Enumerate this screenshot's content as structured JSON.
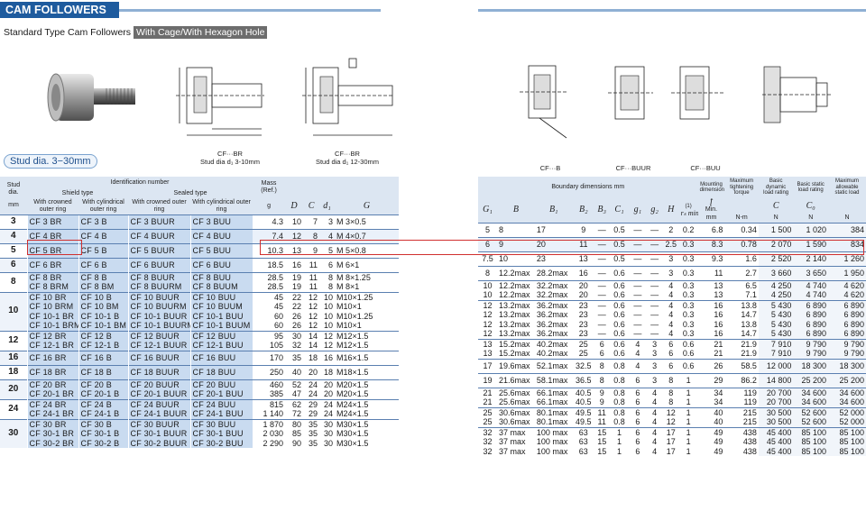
{
  "header": {
    "title": "CAM FOLLOWERS"
  },
  "subtitle": {
    "text": "Standard Type Cam Followers",
    "tag": "With Cage/With Hexagon Hole"
  },
  "stud_tag": "Stud dia. 3−30mm",
  "captions": {
    "left1": "CF···BR",
    "left1b": "Stud dia d₁ 3-10mm",
    "left2": "CF···BR",
    "left2b": "Stud dia d₁ 12-30mm",
    "right1": "CF···B",
    "right2": "CF···BUUR",
    "right3": "CF···BUU"
  },
  "left_head": {
    "stud": "Stud dia.",
    "mm": "mm",
    "ident": "Identification number",
    "shield": "Shield type",
    "sealed": "Sealed type",
    "crowned": "With crowned outer ring",
    "cyl": "With cylindrical outer ring",
    "mass": "Mass (Ref.)",
    "g": "g",
    "D": "D",
    "C": "C",
    "d1": "d₁",
    "G": "G"
  },
  "right_head": {
    "boundary": "Boundary dimensions mm",
    "G1": "G₁",
    "B": "B",
    "B1": "B₁",
    "B2": "B₂",
    "B3": "B₃",
    "C1": "C₁",
    "g1": "g₁",
    "g2": "g₂",
    "H": "H",
    "rs": "rₛ min",
    "r_note": "(1)",
    "mount": "Mounting dimension",
    "f": "f",
    "min": "Min.",
    "mmu": "mm",
    "torque": "Maximum tightening torque",
    "nm": "N-m",
    "dyn": "Basic dynamic load rating",
    "C": "C",
    "N1": "N",
    "stat": "Basic static load rating",
    "C0": "C₀",
    "N2": "N",
    "allow": "Maximum allowable static load",
    "N3": "N"
  },
  "groups": [
    {
      "stud": "3",
      "rows": [
        [
          "CF 3 BR",
          "CF 3 B",
          "CF 3 BUUR",
          "CF 3 BUU",
          "4.3",
          "10",
          "7",
          "3",
          "M 3×0.5"
        ]
      ]
    },
    {
      "stud": "4",
      "rows": [
        [
          "CF 4 BR",
          "CF 4 B",
          "CF 4 BUUR",
          "CF 4 BUU",
          "7.4",
          "12",
          "8",
          "4",
          "M 4×0.7"
        ]
      ]
    },
    {
      "stud": "5",
      "rows": [
        [
          "CF 5 BR",
          "CF 5 B",
          "CF 5 BUUR",
          "CF 5 BUU",
          "10.3",
          "13",
          "9",
          "5",
          "M 5×0.8"
        ]
      ]
    },
    {
      "stud": "6",
      "rows": [
        [
          "CF 6 BR",
          "CF 6 B",
          "CF 6 BUUR",
          "CF 6 BUU",
          "18.5",
          "16",
          "11",
          "6",
          "M 6×1"
        ]
      ]
    },
    {
      "stud": "8",
      "rows": [
        [
          "CF 8 BR",
          "CF 8 B",
          "CF 8 BUUR",
          "CF 8 BUU",
          "28.5",
          "19",
          "11",
          "8",
          "M 8×1.25"
        ],
        [
          "CF 8 BRM",
          "CF 8 BM",
          "CF 8 BUURM",
          "CF 8 BUUM",
          "28.5",
          "19",
          "11",
          "8",
          "M 8×1"
        ]
      ]
    },
    {
      "stud": "10",
      "rows": [
        [
          "CF 10 BR",
          "CF 10 B",
          "CF 10 BUUR",
          "CF 10 BUU",
          "45",
          "22",
          "12",
          "10",
          "M10×1.25"
        ],
        [
          "CF 10 BRM",
          "CF 10 BM",
          "CF 10 BUURM",
          "CF 10 BUUM",
          "45",
          "22",
          "12",
          "10",
          "M10×1"
        ],
        [
          "CF 10-1 BR",
          "CF 10-1 B",
          "CF 10-1 BUUR",
          "CF 10-1 BUU",
          "60",
          "26",
          "12",
          "10",
          "M10×1.25"
        ],
        [
          "CF 10-1 BRM",
          "CF 10-1 BM",
          "CF 10-1 BUURM",
          "CF 10-1 BUUM",
          "60",
          "26",
          "12",
          "10",
          "M10×1"
        ]
      ]
    },
    {
      "stud": "12",
      "rows": [
        [
          "CF 12 BR",
          "CF 12 B",
          "CF 12 BUUR",
          "CF 12 BUU",
          "95",
          "30",
          "14",
          "12",
          "M12×1.5"
        ],
        [
          "CF 12-1 BR",
          "CF 12-1 B",
          "CF 12-1 BUUR",
          "CF 12-1 BUU",
          "105",
          "32",
          "14",
          "12",
          "M12×1.5"
        ]
      ]
    },
    {
      "stud": "16",
      "rows": [
        [
          "CF 16 BR",
          "CF 16 B",
          "CF 16 BUUR",
          "CF 16 BUU",
          "170",
          "35",
          "18",
          "16",
          "M16×1.5"
        ]
      ]
    },
    {
      "stud": "18",
      "rows": [
        [
          "CF 18 BR",
          "CF 18 B",
          "CF 18 BUUR",
          "CF 18 BUU",
          "250",
          "40",
          "20",
          "18",
          "M18×1.5"
        ]
      ]
    },
    {
      "stud": "20",
      "rows": [
        [
          "CF 20 BR",
          "CF 20 B",
          "CF 20 BUUR",
          "CF 20 BUU",
          "460",
          "52",
          "24",
          "20",
          "M20×1.5"
        ],
        [
          "CF 20-1 BR",
          "CF 20-1 B",
          "CF 20-1 BUUR",
          "CF 20-1 BUU",
          "385",
          "47",
          "24",
          "20",
          "M20×1.5"
        ]
      ]
    },
    {
      "stud": "24",
      "rows": [
        [
          "CF 24 BR",
          "CF 24 B",
          "CF 24 BUUR",
          "CF 24 BUU",
          "815",
          "62",
          "29",
          "24",
          "M24×1.5"
        ],
        [
          "CF 24-1 BR",
          "CF 24-1 B",
          "CF 24-1 BUUR",
          "CF 24-1 BUU",
          "1 140",
          "72",
          "29",
          "24",
          "M24×1.5"
        ]
      ]
    },
    {
      "stud": "30",
      "rows": [
        [
          "CF 30 BR",
          "CF 30 B",
          "CF 30 BUUR",
          "CF 30 BUU",
          "1 870",
          "80",
          "35",
          "30",
          "M30×1.5"
        ],
        [
          "CF 30-1 BR",
          "CF 30-1 B",
          "CF 30-1 BUUR",
          "CF 30-1 BUU",
          "2 030",
          "85",
          "35",
          "30",
          "M30×1.5"
        ],
        [
          "CF 30-2 BR",
          "CF 30-2 B",
          "CF 30-2 BUUR",
          "CF 30-2 BUU",
          "2 290",
          "90",
          "35",
          "30",
          "M30×1.5"
        ]
      ]
    }
  ],
  "right_groups": [
    [
      [
        "5",
        "8",
        "17",
        "9",
        "—",
        "0.5",
        "—",
        "—",
        "2",
        "0.2",
        "6.8",
        "0.34",
        "1 500",
        "1 020",
        "384"
      ]
    ],
    [
      [
        "6",
        "9",
        "20",
        "11",
        "—",
        "0.5",
        "—",
        "—",
        "2.5",
        "0.3",
        "8.3",
        "0.78",
        "2 070",
        "1 590",
        "834"
      ]
    ],
    [
      [
        "7.5",
        "10",
        "23",
        "13",
        "—",
        "0.5",
        "—",
        "—",
        "3",
        "0.3",
        "9.3",
        "1.6",
        "2 520",
        "2 140",
        "1 260"
      ]
    ],
    [
      [
        "8",
        "12.2max",
        "28.2max",
        "16",
        "—",
        "0.6",
        "—",
        "—",
        "3",
        "0.3",
        "11",
        "2.7",
        "3 660",
        "3 650",
        "1 950"
      ]
    ],
    [
      [
        "10",
        "12.2max",
        "32.2max",
        "20",
        "—",
        "0.6",
        "—",
        "—",
        "4",
        "0.3",
        "13",
        "6.5",
        "4 250",
        "4 740",
        "4 620"
      ],
      [
        "10",
        "12.2max",
        "32.2max",
        "20",
        "—",
        "0.6",
        "—",
        "—",
        "4",
        "0.3",
        "13",
        "7.1",
        "4 250",
        "4 740",
        "4 620"
      ]
    ],
    [
      [
        "12",
        "13.2max",
        "36.2max",
        "23",
        "—",
        "0.6",
        "—",
        "—",
        "4",
        "0.3",
        "16",
        "13.8",
        "5 430",
        "6 890",
        "6 890"
      ],
      [
        "12",
        "13.2max",
        "36.2max",
        "23",
        "—",
        "0.6",
        "—",
        "—",
        "4",
        "0.3",
        "16",
        "14.7",
        "5 430",
        "6 890",
        "6 890"
      ],
      [
        "12",
        "13.2max",
        "36.2max",
        "23",
        "—",
        "0.6",
        "—",
        "—",
        "4",
        "0.3",
        "16",
        "13.8",
        "5 430",
        "6 890",
        "6 890"
      ],
      [
        "12",
        "13.2max",
        "36.2max",
        "23",
        "—",
        "0.6",
        "—",
        "—",
        "4",
        "0.3",
        "16",
        "14.7",
        "5 430",
        "6 890",
        "6 890"
      ]
    ],
    [
      [
        "13",
        "15.2max",
        "40.2max",
        "25",
        "6",
        "0.6",
        "4",
        "3",
        "6",
        "0.6",
        "21",
        "21.9",
        "7 910",
        "9 790",
        "9 790"
      ],
      [
        "13",
        "15.2max",
        "40.2max",
        "25",
        "6",
        "0.6",
        "4",
        "3",
        "6",
        "0.6",
        "21",
        "21.9",
        "7 910",
        "9 790",
        "9 790"
      ]
    ],
    [
      [
        "17",
        "19.6max",
        "52.1max",
        "32.5",
        "8",
        "0.8",
        "4",
        "3",
        "6",
        "0.6",
        "26",
        "58.5",
        "12 000",
        "18 300",
        "18 300"
      ]
    ],
    [
      [
        "19",
        "21.6max",
        "58.1max",
        "36.5",
        "8",
        "0.8",
        "6",
        "3",
        "8",
        "1",
        "29",
        "86.2",
        "14 800",
        "25 200",
        "25 200"
      ]
    ],
    [
      [
        "21",
        "25.6max",
        "66.1max",
        "40.5",
        "9",
        "0.8",
        "6",
        "4",
        "8",
        "1",
        "34",
        "119",
        "20 700",
        "34 600",
        "34 600"
      ],
      [
        "21",
        "25.6max",
        "66.1max",
        "40.5",
        "9",
        "0.8",
        "6",
        "4",
        "8",
        "1",
        "34",
        "119",
        "20 700",
        "34 600",
        "34 600"
      ]
    ],
    [
      [
        "25",
        "30.6max",
        "80.1max",
        "49.5",
        "11",
        "0.8",
        "6",
        "4",
        "12",
        "1",
        "40",
        "215",
        "30 500",
        "52 600",
        "52 000"
      ],
      [
        "25",
        "30.6max",
        "80.1max",
        "49.5",
        "11",
        "0.8",
        "6",
        "4",
        "12",
        "1",
        "40",
        "215",
        "30 500",
        "52 600",
        "52 000"
      ]
    ],
    [
      [
        "32",
        "37 max",
        "100 max",
        "63",
        "15",
        "1",
        "6",
        "4",
        "17",
        "1",
        "49",
        "438",
        "45 400",
        "85 100",
        "85 100"
      ],
      [
        "32",
        "37 max",
        "100 max",
        "63",
        "15",
        "1",
        "6",
        "4",
        "17",
        "1",
        "49",
        "438",
        "45 400",
        "85 100",
        "85 100"
      ],
      [
        "32",
        "37 max",
        "100 max",
        "63",
        "15",
        "1",
        "6",
        "4",
        "17",
        "1",
        "49",
        "438",
        "45 400",
        "85 100",
        "85 100"
      ]
    ]
  ]
}
